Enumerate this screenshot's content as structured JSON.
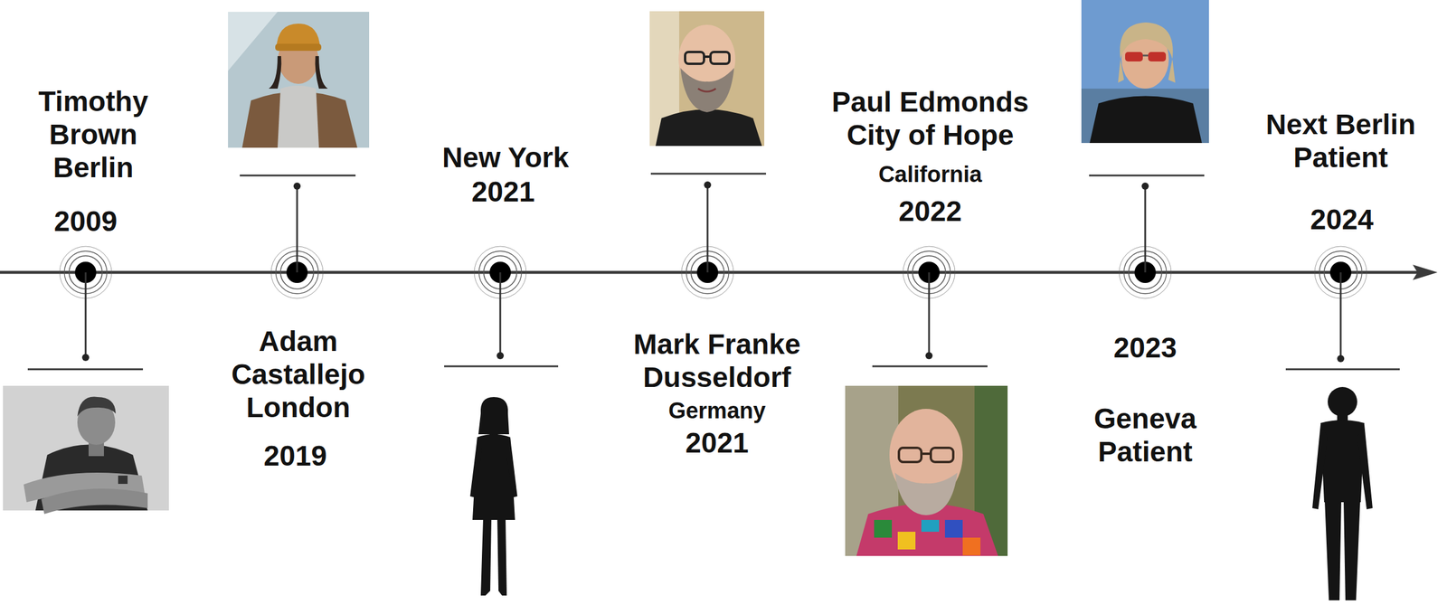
{
  "diagram": {
    "labels": [
      "Timothy Brown Berlin",
      "2009",
      "Adam Castallejo London",
      "2019",
      "New York",
      "2021",
      "Mark Franke Dusseldorf",
      "Germany",
      "2021",
      "Paul Edmonds City of Hope",
      "California",
      "2022",
      "2023",
      "Geneva Patient",
      "Next Berlin Patient",
      "2024"
    ]
  }
}
